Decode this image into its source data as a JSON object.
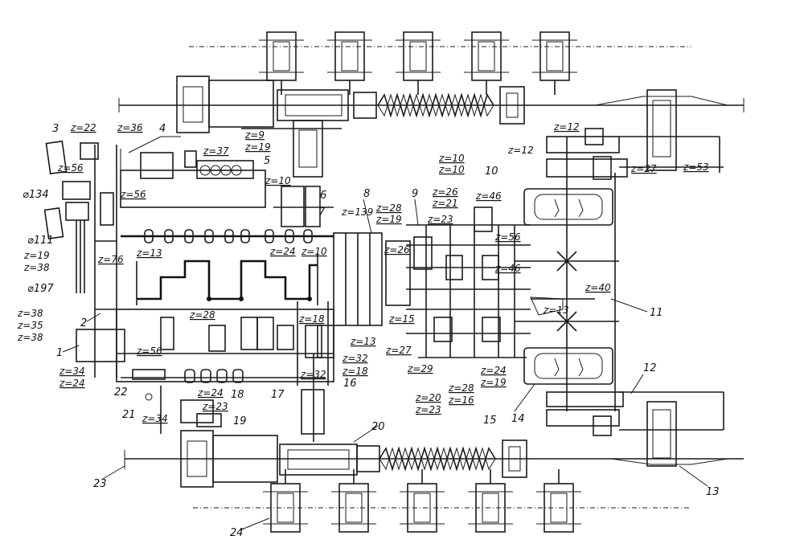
{
  "diagram": {
    "part_numbers": [
      "1",
      "2",
      "3",
      "4",
      "5",
      "6",
      "7",
      "8",
      "9",
      "10",
      "11",
      "12",
      "13",
      "14",
      "15",
      "16",
      "17",
      "18",
      "19",
      "20",
      "21",
      "22",
      "23",
      "24"
    ],
    "diameters": {
      "d134": "⌀134",
      "d111": "⌀111",
      "d197": "⌀197"
    },
    "gear_labels": {
      "g1": "z=22",
      "g2": "z=36",
      "g3": "z=9",
      "g4": "z=19",
      "g5": "z=37",
      "g6": "z=56",
      "g7": "z=56",
      "g8": "z=10",
      "g9": "z=13",
      "g10": "z=19",
      "g11": "z=38",
      "g12": "z=76",
      "g13": "z=38",
      "g14": "z=35",
      "g15": "z=38",
      "g16": "z=34",
      "g17": "z=24",
      "g18": "z=56",
      "g19": "z=28",
      "g20": "z=24",
      "g21": "z=10",
      "g22": "z=139",
      "g23": "z=28",
      "g24": "z=19",
      "g25": "z=26",
      "g26": "z=23",
      "g27": "z=10",
      "g28": "z=10",
      "g29": "z=26",
      "g30": "z=21",
      "g31": "z=46",
      "g32": "z=56",
      "g33": "z=46",
      "g34": "z=12",
      "g35": "z=12",
      "g36": "z=27",
      "g37": "z=53",
      "g38": "z=40",
      "g39": "z=13",
      "g40": "z=18",
      "g41": "z=13",
      "g42": "z=15",
      "g43": "z=32",
      "g44": "z=18",
      "g45": "z=32",
      "g46": "z=27",
      "g47": "z=29",
      "g48": "z=20",
      "g49": "z=23",
      "g50": "z=28",
      "g51": "z=16",
      "g52": "z=24",
      "g53": "z=19",
      "g54": "z=24",
      "g55": "z=23",
      "g56": "z=34"
    }
  }
}
